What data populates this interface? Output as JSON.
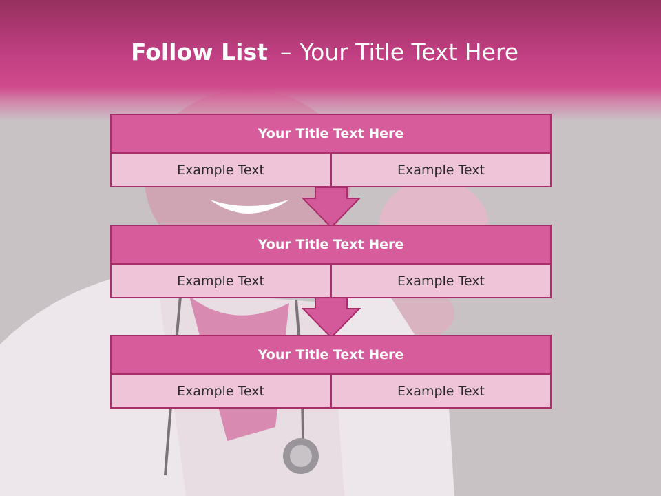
{
  "slide": {
    "title_bold": "Follow List",
    "title_separator": "–",
    "title_rest": "Your Title Text Here"
  },
  "steps": [
    {
      "title": "Your Title Text Here",
      "left": "Example Text",
      "right": "Example Text"
    },
    {
      "title": "Your Title Text Here",
      "left": "Example Text",
      "right": "Example Text"
    },
    {
      "title": "Your Title Text Here",
      "left": "Example Text",
      "right": "Example Text"
    }
  ],
  "colors": {
    "header": "#c03f82",
    "box_title": "#d65c9b",
    "box_cell": "#f0c4d8",
    "border": "#a62e69",
    "arrow": "#d4599a"
  },
  "icons": {
    "connector": "down-arrow-icon"
  }
}
